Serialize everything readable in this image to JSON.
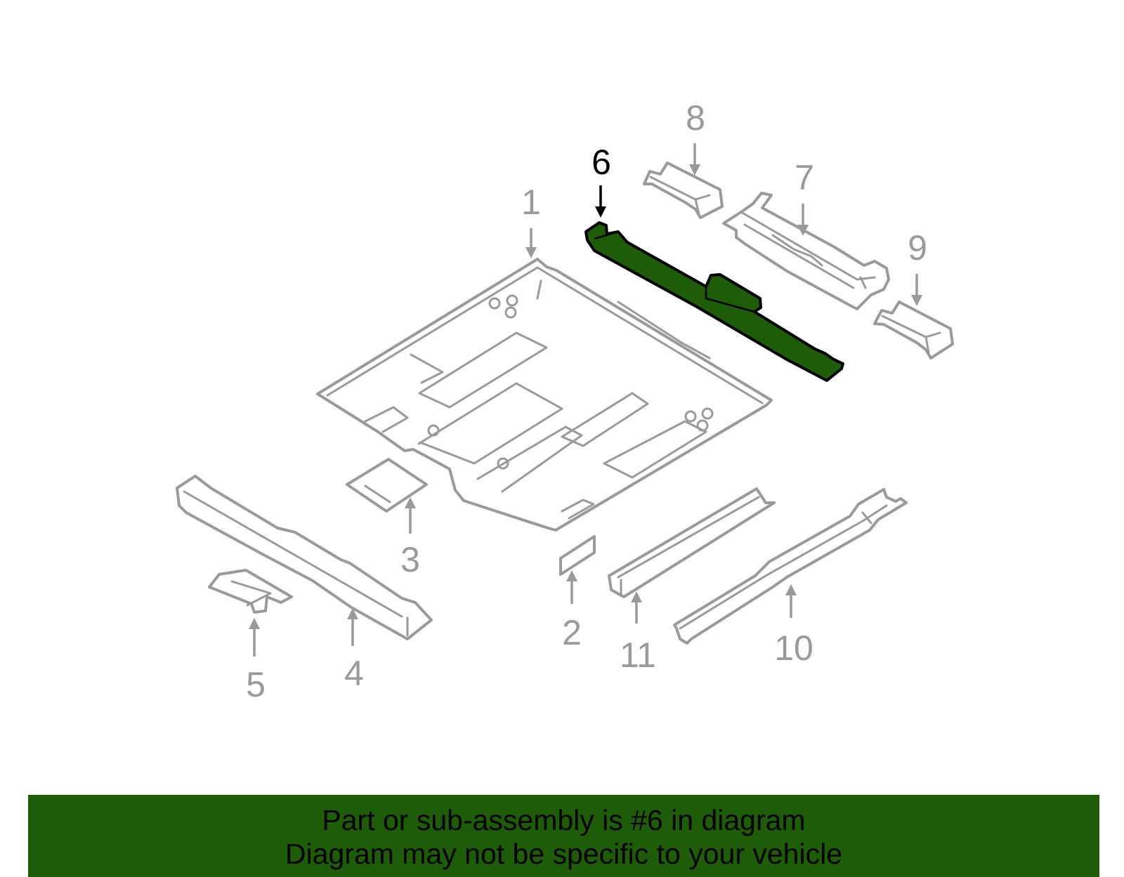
{
  "diagram": {
    "highlighted_part": "6",
    "callouts": [
      "1",
      "2",
      "3",
      "4",
      "5",
      "6",
      "7",
      "8",
      "9",
      "10",
      "11"
    ]
  },
  "banner": {
    "line1": "Part or sub-assembly is #6 in diagram",
    "line2": "Diagram may not be specific to your vehicle"
  },
  "colors": {
    "highlight": "#1e5c09",
    "part_outline": "#9a9a9a",
    "banner_background": "#1e5c09"
  }
}
